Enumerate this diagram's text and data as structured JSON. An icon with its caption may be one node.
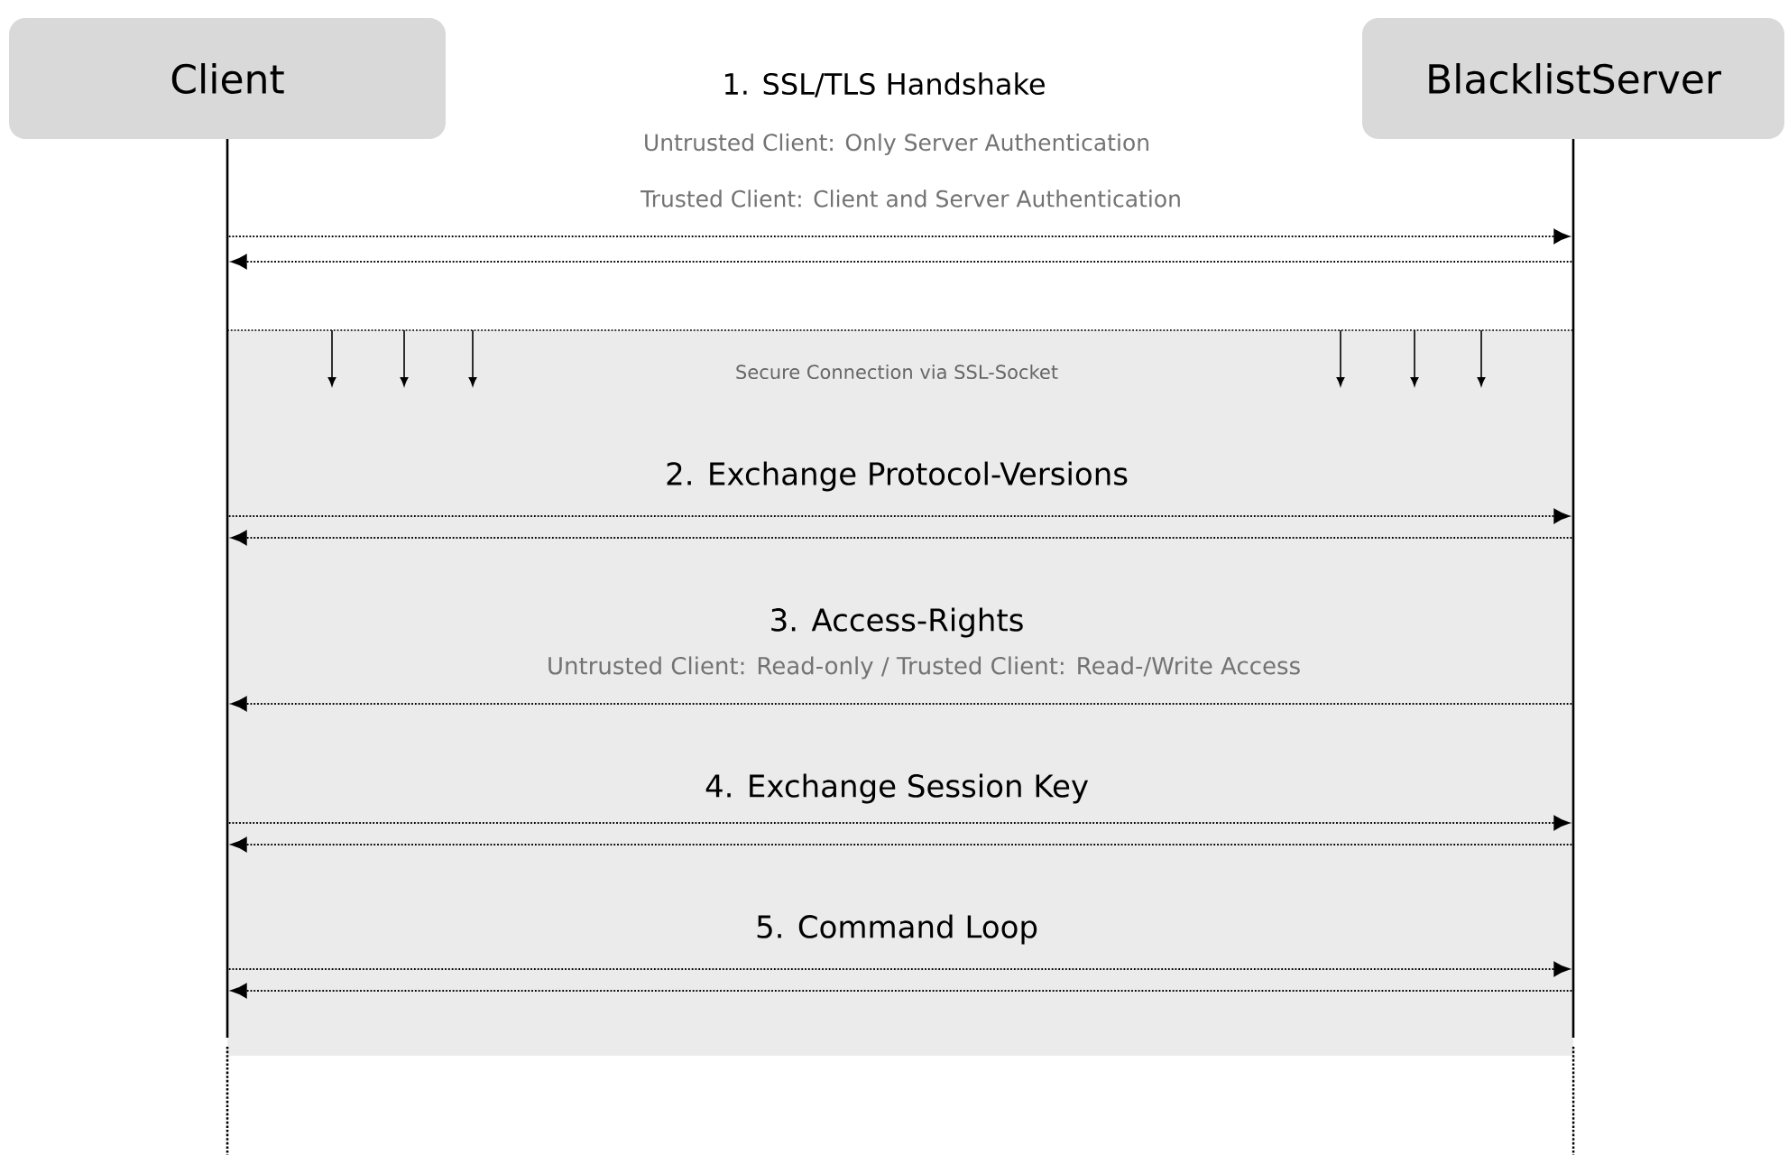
{
  "diagram": {
    "nodes": [
      {
        "text": [
          "Client"
        ]
      },
      {
        "text": [
          "BlacklistServer"
        ]
      },
      {
        "text": [],
        "shape": "bar"
      },
      {
        "text": [],
        "shape": "bar"
      }
    ],
    "edges": [
      {
        "from": 2,
        "to": 3,
        "arrow": "to"
      },
      {
        "from": 3,
        "to": 2,
        "arrow": "to"
      },
      {
        "from": 2,
        "to": 3,
        "arrow": "to"
      },
      {
        "from": 3,
        "to": 2,
        "arrow": "to"
      },
      {
        "from": 3,
        "to": 2,
        "arrow": "to"
      },
      {
        "from": 2,
        "to": 3,
        "arrow": "to"
      },
      {
        "from": 3,
        "to": 2,
        "arrow": "to"
      },
      {
        "from": 2,
        "to": 3,
        "arrow": "to"
      },
      {
        "from": 3,
        "to": 2,
        "arrow": "to"
      }
    ],
    "labels": [
      "1. SSL/TLS Handshake",
      "Untrusted Client: Only Server Authentication",
      "Trusted Client: Client and Server Authentication",
      "Secure Connection via SSL-Socket",
      "2. Exchange Protocol-Versions",
      "3. Access-Rights",
      "Untrusted Client: Read-only / Trusted Client: Read-/Write Access",
      "4. Exchange Session Key",
      "5. Command Loop"
    ]
  }
}
